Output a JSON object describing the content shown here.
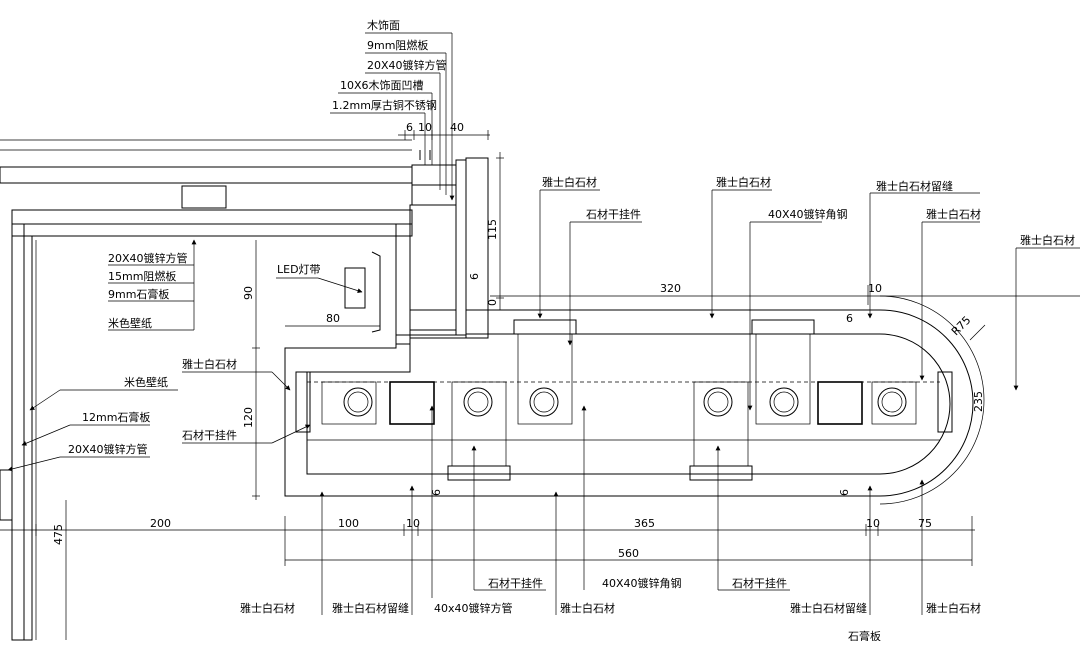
{
  "top_callout": {
    "items": [
      "木饰面",
      "9mm阻燃板",
      "20X40镀锌方管",
      "10X6木饰面凹槽",
      "1.2mm厚古铜不锈钢"
    ]
  },
  "top_dims": {
    "d6": "6",
    "d10": "10",
    "d40": "40"
  },
  "left_callout": {
    "items": [
      "20X40镀锌方管",
      "15mm阻燃板",
      "9mm石膏板",
      "米色壁纸"
    ]
  },
  "wall_labels": {
    "beige_wallpaper": "米色壁纸",
    "gypsum_12": "12mm石膏板",
    "tube": "20X40镀锌方管"
  },
  "led": {
    "label": "LED灯带",
    "dim80": "80",
    "dim90": "90"
  },
  "counter_left": {
    "stone": "雅士白石材",
    "hanger": "石材干挂件",
    "dim120": "120"
  },
  "top_labels": {
    "stone_a": "雅士白石材",
    "hanger": "石材干挂件",
    "stone_b": "雅士白石材",
    "angle": "40X40镀锌角钢",
    "seam": "雅士白石材留缝",
    "stone_c": "雅士白石材",
    "stone_d": "雅士白石材"
  },
  "vertical_dims": {
    "d115": "115",
    "d0": "0",
    "d6": "6",
    "d475": "475"
  },
  "plan_dims": {
    "d320": "320",
    "d10a": "10",
    "d6b": "6",
    "r75": "R75",
    "d235": "235",
    "d200": "200",
    "d100": "100",
    "d10b": "10",
    "d365": "365",
    "d10c": "10",
    "d75": "75",
    "d560": "560",
    "d6c": "6",
    "d6d": "6"
  },
  "bottom_labels": {
    "stone_1": "雅士白石材",
    "seam_1": "雅士白石材留缝",
    "tube": "40x40镀锌方管",
    "hanger_1": "石材干挂件",
    "angle": "40X40镀锌角钢",
    "stone_2": "雅士白石材",
    "hanger_2": "石材干挂件",
    "seam_2": "雅士白石材留缝",
    "stone_3": "雅士白石材"
  },
  "cutoff_label": "石膏板"
}
